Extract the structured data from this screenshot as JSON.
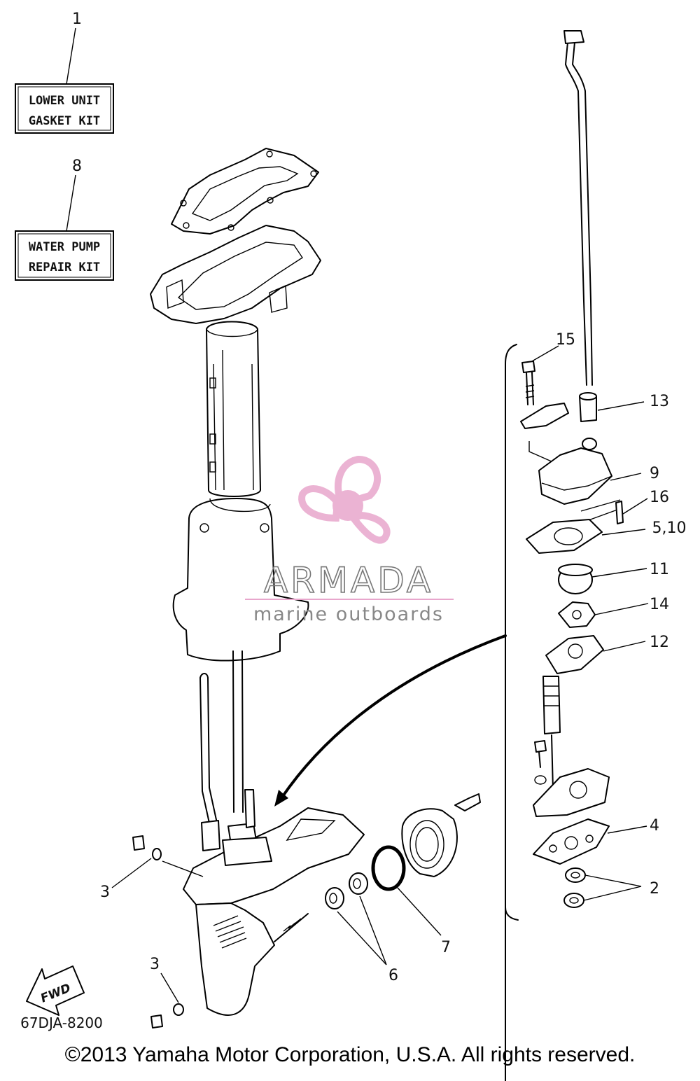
{
  "kits": [
    {
      "callout": "1",
      "line1": "LOWER UNIT",
      "line2": "GASKET KIT"
    },
    {
      "callout": "8",
      "line1": "WATER PUMP",
      "line2": "REPAIR KIT"
    }
  ],
  "callouts": {
    "c15": "15",
    "c13": "13",
    "c9": "9",
    "c16": "16",
    "c5_10": "5,10",
    "c11": "11",
    "c14": "14",
    "c12": "12",
    "c4": "4",
    "c2": "2",
    "c3a": "3",
    "c3b": "3",
    "c7": "7",
    "c6": "6"
  },
  "fwd_label": "FWD",
  "drawing_number": "67DJA-8200",
  "watermark": {
    "brand": "ARMADA",
    "tagline": "marine outboards",
    "accent_color": "#e8a6cc"
  },
  "copyright": "©2013 Yamaha Motor Corporation, U.S.A. All rights reserved."
}
